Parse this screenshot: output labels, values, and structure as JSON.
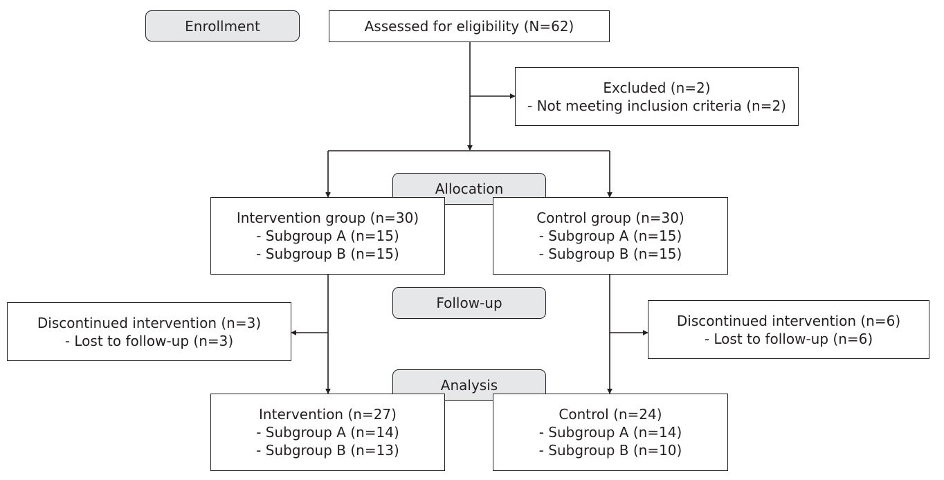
{
  "stages": {
    "enrollment": "Enrollment",
    "allocation": "Allocation",
    "follow_up": "Follow-up",
    "analysis": "Analysis"
  },
  "boxes": {
    "assessed": [
      "Assessed for eligibility (N=62)"
    ],
    "excluded": [
      "Excluded (n=2)",
      "- Not meeting inclusion criteria (n=2)"
    ],
    "intervention_allocated": [
      "Intervention group (n=30)",
      "- Subgroup A (n=15)",
      "- Subgroup B (n=15)"
    ],
    "control_allocated": [
      "Control group (n=30)",
      "- Subgroup A (n=15)",
      "- Subgroup B (n=15)"
    ],
    "intervention_discontinued": [
      "Discontinued intervention (n=3)",
      "- Lost to follow-up (n=3)"
    ],
    "control_discontinued": [
      "Discontinued intervention (n=6)",
      "- Lost to follow-up (n=6)"
    ],
    "intervention_analysis": [
      "Intervention (n=27)",
      "- Subgroup A (n=14)",
      "- Subgroup B (n=13)"
    ],
    "control_analysis": [
      "Control (n=24)",
      "- Subgroup A (n=14)",
      "- Subgroup B (n=10)"
    ]
  },
  "colors": {
    "stroke": "#231f20",
    "stage_fill": "#e6e7e8",
    "box_fill": "#ffffff"
  }
}
